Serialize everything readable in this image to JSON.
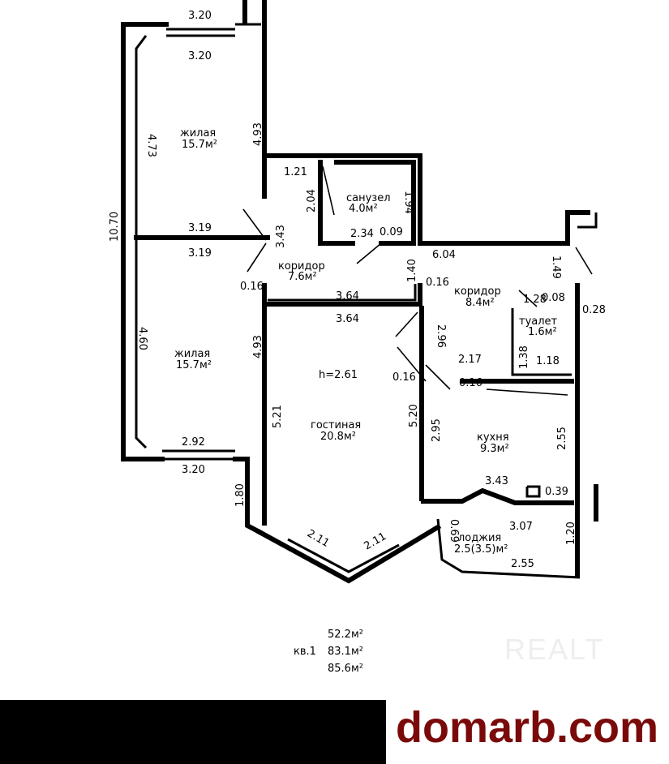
{
  "rooms": {
    "bedroom1": {
      "name": "жилая",
      "area": "15.7м²"
    },
    "bedroom2": {
      "name": "жилая",
      "area": "15.7м²"
    },
    "bathroom": {
      "name": "санузел",
      "area": "4.0м²"
    },
    "corridor1": {
      "name": "коридор",
      "area": "7.6м²"
    },
    "corridor2": {
      "name": "коридор",
      "area": "8.4м²"
    },
    "toilet": {
      "name": "туалет",
      "area": "1.6м²"
    },
    "living": {
      "name": "гостиная",
      "area": "20.8м²",
      "height": "h=2.61"
    },
    "kitchen": {
      "name": "кухня",
      "area": "9.3м²"
    },
    "loggia": {
      "name": "лоджия",
      "area": "2.5(3.5)м²"
    }
  },
  "dimensions": [
    "3.20",
    "3.20",
    "4.73",
    "4.93",
    "10.70",
    "3.19",
    "3.19",
    "3.43",
    "1.21",
    "2.04",
    "1.94",
    "2.34",
    "0.09",
    "6.04",
    "1.49",
    "1.40",
    "0.16",
    "0.16",
    "3.64",
    "3.64",
    "1.28",
    "0.08",
    "0.28",
    "2.96",
    "1.38",
    "1.18",
    "2.17",
    "0.16",
    "0.16",
    "4.60",
    "4.93",
    "5.21",
    "5.20",
    "2.95",
    "2.55",
    "2.92",
    "3.20",
    "3.43",
    "0.39",
    "1.80",
    "3.07",
    "0.69",
    "1.20",
    "2.11",
    "2.11",
    "2.55"
  ],
  "summary": {
    "label": "кв.1",
    "areas": [
      "52.2м²",
      "83.1м²",
      "85.6м²"
    ]
  },
  "watermark": "REALT",
  "brand": {
    "text": "domarb.com",
    "color": "#7a0a0a"
  }
}
